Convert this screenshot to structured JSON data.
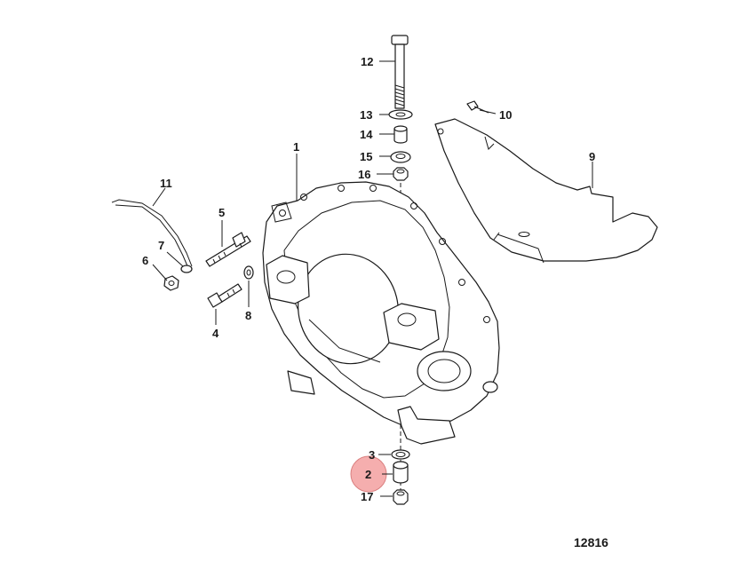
{
  "callouts": {
    "c1": "1",
    "c2": "2",
    "c3": "3",
    "c4": "4",
    "c5": "5",
    "c6": "6",
    "c7": "7",
    "c8": "8",
    "c9": "9",
    "c10": "10",
    "c11": "11",
    "c12": "12",
    "c13": "13",
    "c14": "14",
    "c15": "15",
    "c16": "16",
    "c17": "17"
  },
  "highlight": {
    "item": "2",
    "color": "#f4a0a0"
  },
  "figure_number": "12816"
}
